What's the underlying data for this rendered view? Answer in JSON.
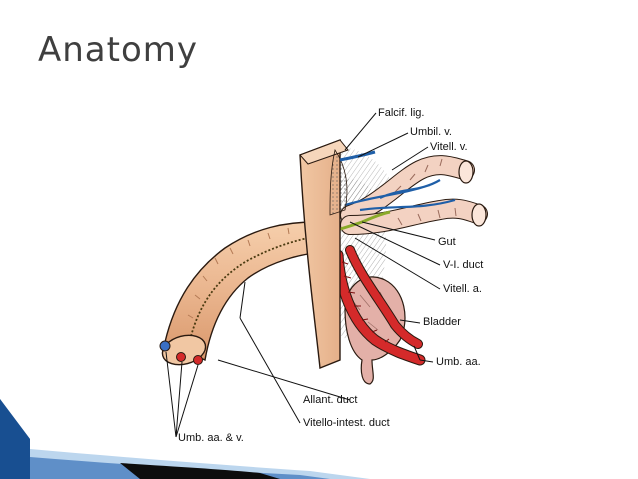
{
  "slide": {
    "title": "Anatomy"
  },
  "diagram": {
    "labels": {
      "falcif_lig": "Falcif. lig.",
      "umbil_v": "Umbil. v.",
      "vitell_v": "Vitell. v.",
      "gut": "Gut",
      "vi_duct": "V-I. duct",
      "vitell_a": "Vitell. a.",
      "bladder": "Bladder",
      "umb_aa": "Umb. aa.",
      "allant_duct": "Allant. duct",
      "vitello_intest_duct": "Vitello-intest. duct",
      "umb_aa_v": "Umb. aa. & v."
    }
  },
  "colors": {
    "title": "#3f3f3f",
    "cord": "#eab58e",
    "cord_outline": "#2a1a10",
    "artery": "#d42a2a",
    "vein": "#3b6fc4",
    "gut": "#f3d2c2",
    "gut_duct": "#8aaa2a",
    "accent_blue": "#1f5fa8"
  }
}
